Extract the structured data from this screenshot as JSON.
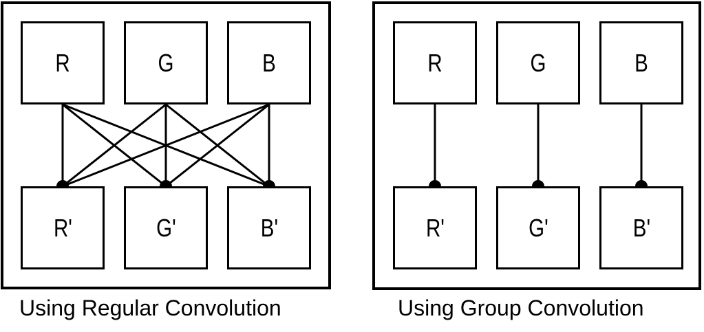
{
  "figure": {
    "description": "Comparison of channel connectivity in regular convolution versus group convolution"
  },
  "colors": {
    "stroke": "#000000",
    "background": "#ffffff",
    "box_fill": "#ffffff"
  },
  "panels": [
    {
      "caption": "Using Regular Convolution",
      "top_boxes": [
        "R",
        "G",
        "B"
      ],
      "bottom_boxes": [
        "R'",
        "G'",
        "B'"
      ],
      "connectivity": "fully-connected",
      "connections": [
        [
          0,
          0
        ],
        [
          0,
          1
        ],
        [
          0,
          2
        ],
        [
          1,
          0
        ],
        [
          1,
          1
        ],
        [
          1,
          2
        ],
        [
          2,
          0
        ],
        [
          2,
          1
        ],
        [
          2,
          2
        ]
      ]
    },
    {
      "caption": "Using Group Convolution",
      "top_boxes": [
        "R",
        "G",
        "B"
      ],
      "bottom_boxes": [
        "R'",
        "G'",
        "B'"
      ],
      "connectivity": "one-to-one",
      "connections": [
        [
          0,
          0
        ],
        [
          1,
          1
        ],
        [
          2,
          2
        ]
      ]
    }
  ]
}
